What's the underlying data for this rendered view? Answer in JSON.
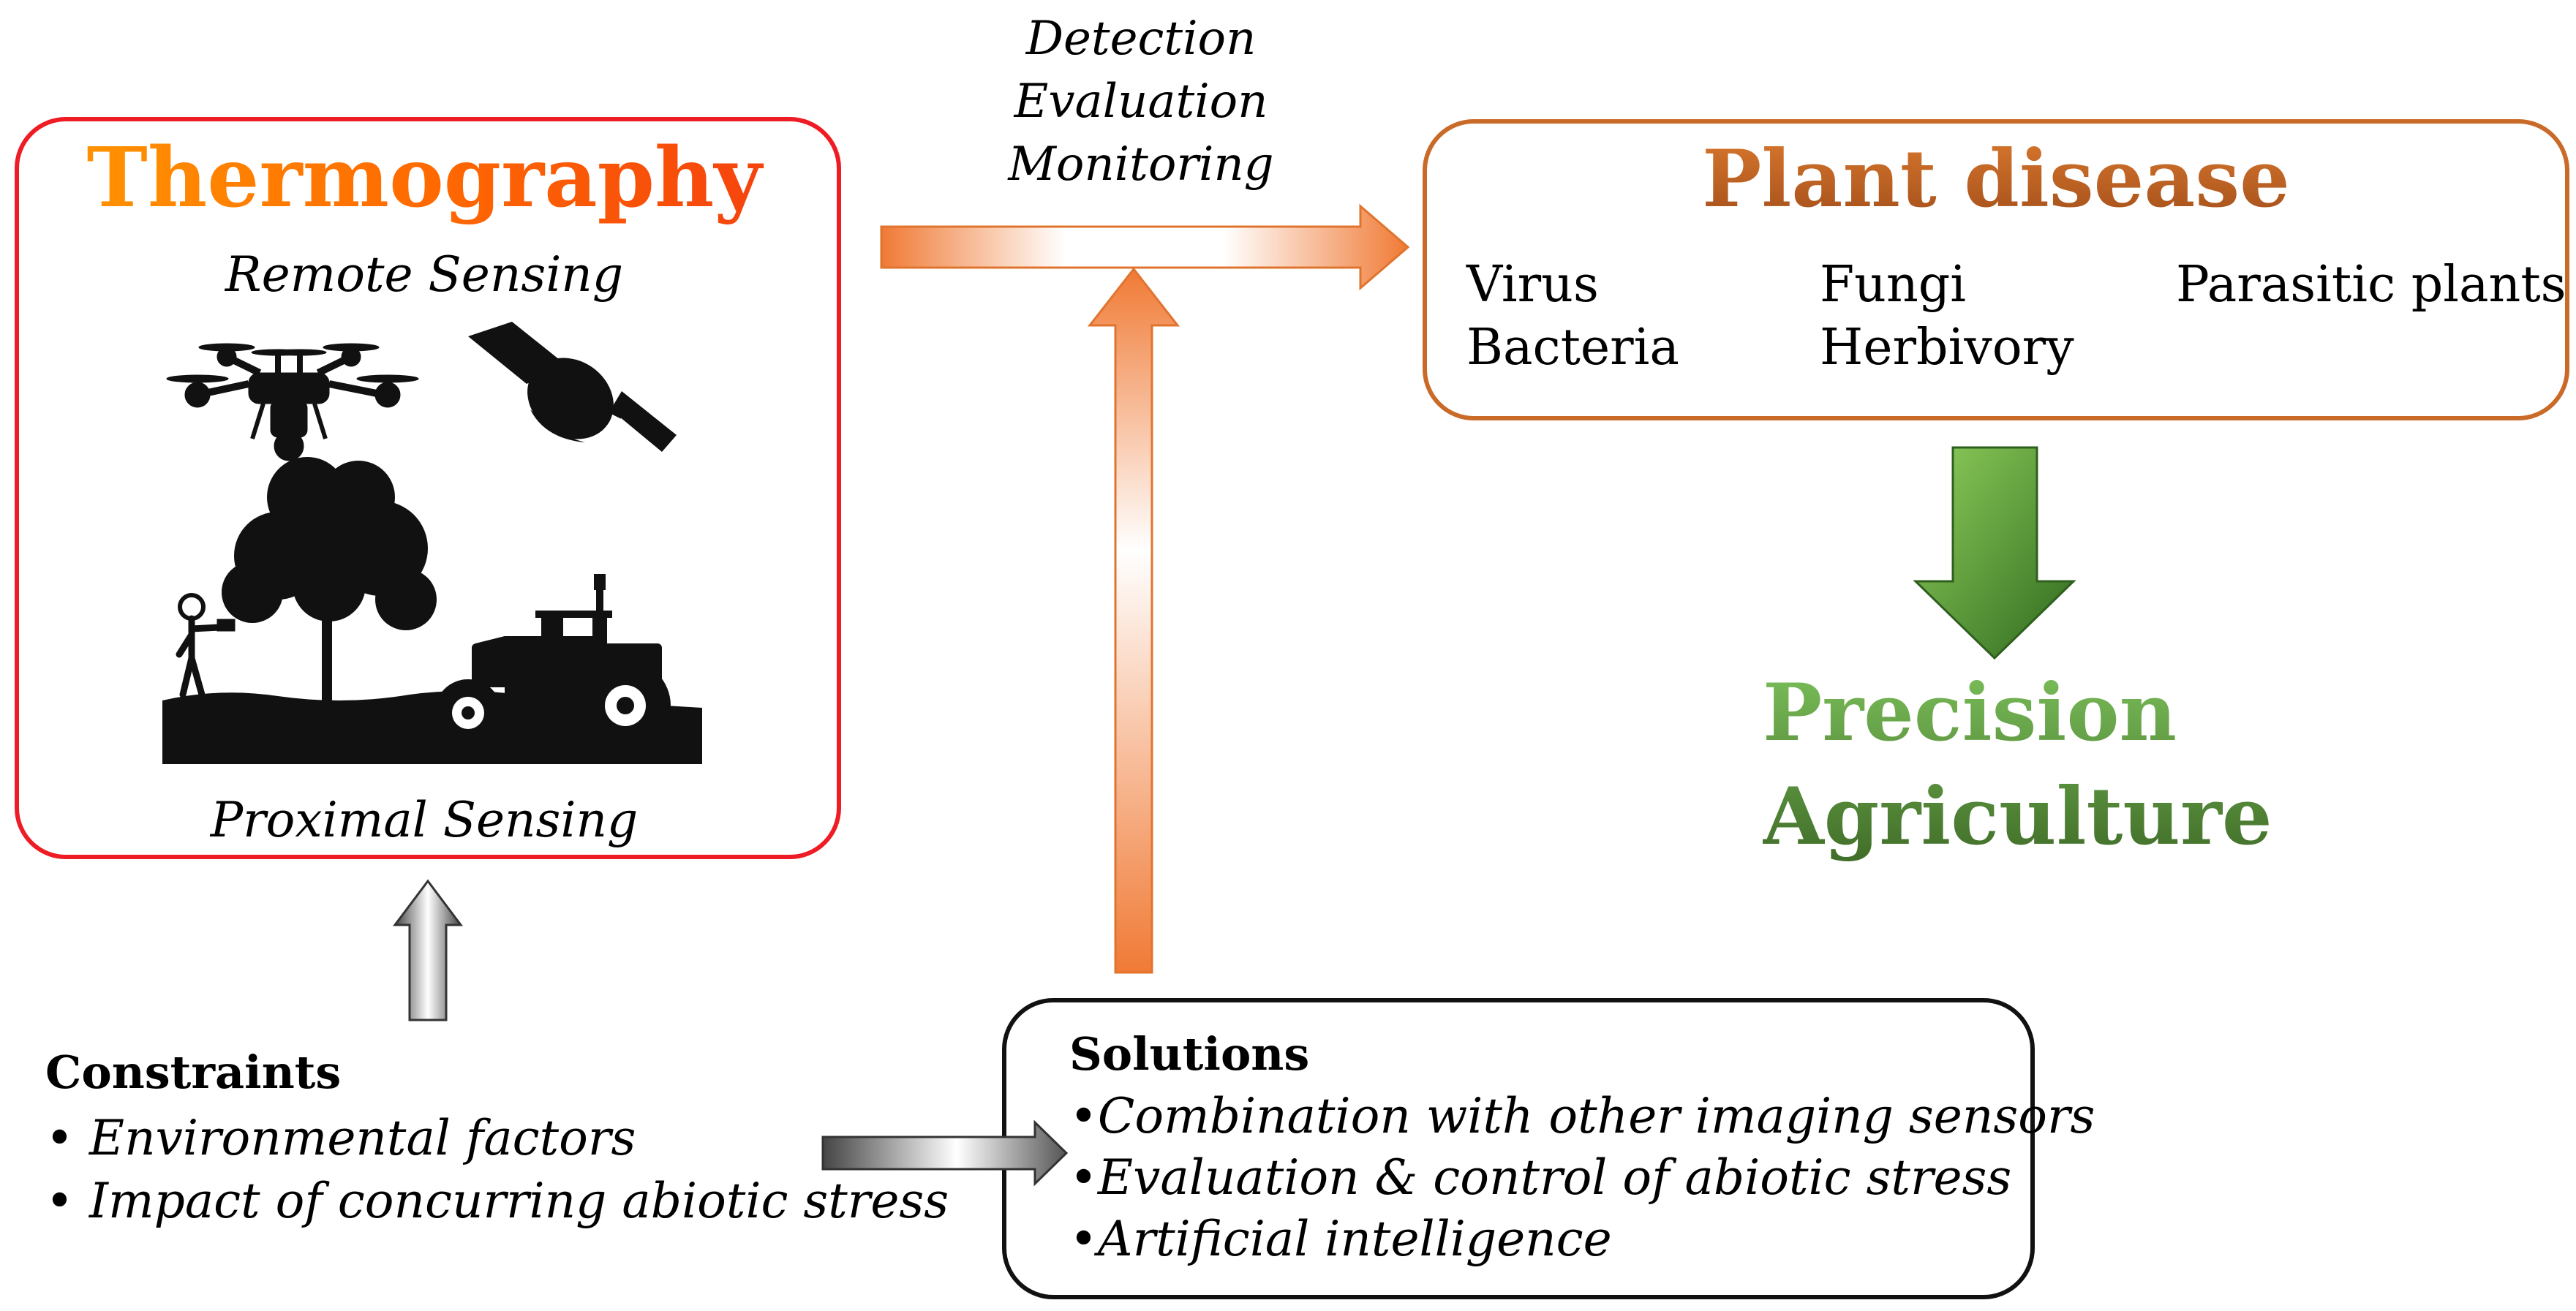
{
  "thermography": {
    "title": "Thermography",
    "remote_label": "Remote Sensing",
    "proximal_label": "Proximal Sensing"
  },
  "process": [
    "Detection",
    "Evaluation",
    "Monitoring"
  ],
  "plant_disease": {
    "title": "Plant disease",
    "items": [
      "Virus",
      "Bacteria",
      "Fungi",
      "Herbivory",
      "Parasitic plants"
    ]
  },
  "precision": {
    "line1": "Precision",
    "line2": "Agriculture"
  },
  "constraints": {
    "heading": "Constraints",
    "items": [
      "• Environmental factors",
      "• Impact of concurring abiotic stress"
    ]
  },
  "solutions": {
    "heading": "Solutions",
    "items": [
      "•Combination with other imaging sensors",
      "•Evaluation & control of abiotic stress",
      "•Artificial intelligence"
    ]
  },
  "colors": {
    "thermo_border": "#ee1c24",
    "disease_border": "#c96a28",
    "solutions_border": "#111111",
    "orange_arrow": "#f07a35",
    "green_arrow": "#4f8f2f",
    "gray_arrow": "#555555"
  }
}
